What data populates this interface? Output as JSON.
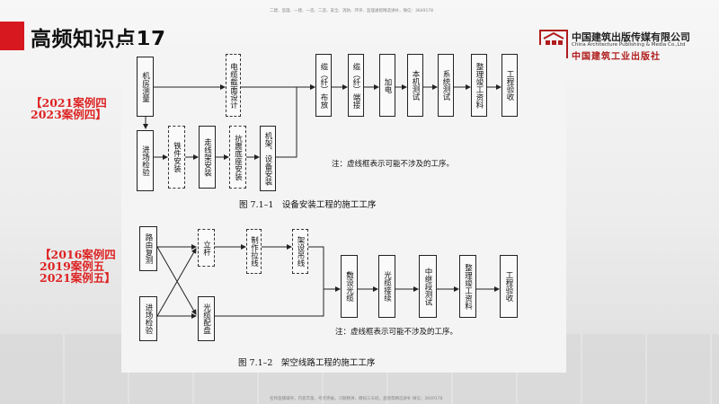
{
  "header": {
    "title": "高频知识点17",
    "watermark_top": "二建、监理、一建、一造、二造、安全、消防、环评、监理通帮精选讲补，微信：3649178",
    "watermark_bottom": "名师直播辅导，内容丰富，考点突破，习题精讲，模拟三天班，直接帮精选讲补 微信：3649178"
  },
  "logo": {
    "name_cn": "中国建筑出版传媒有限公司",
    "name_en": "China Architecture Publishing & Media Co.,Ltd",
    "name_sub": "中国建筑工业出版社"
  },
  "diagram1": {
    "case_label": [
      "【2021案例四",
      "2023案例四】"
    ],
    "boxes": {
      "b1": "机房测量",
      "b2": "进场检验",
      "b3": "铁件安装",
      "b4": "走线架安装",
      "b5": "电缆截面设计",
      "b6": "抗震底座安装",
      "b7": "机架、设备安装",
      "b8": "缆（纤）布放",
      "b9": "缆（纤）端接",
      "b10": "加电",
      "b11": "本机测试",
      "b12": "系统测试",
      "b13": "整理竣工资料",
      "b14": "工程验收"
    },
    "note": "注：虚线框表示可能不涉及的工序。",
    "caption": "图 7.1–1　设备安装工程的施工工序"
  },
  "diagram2": {
    "case_label": [
      "【2016案例四",
      "2019案例五",
      "2021案例五】"
    ],
    "boxes": {
      "c1": "路由复测",
      "c2": "进场检验",
      "c3": "立杆",
      "c4": "光缆配盘",
      "c5": "制作拉线",
      "c6": "架设吊线",
      "c7": "敷设光缆",
      "c8": "光缆接续",
      "c9": "中继段测试",
      "c10": "整理竣工资料",
      "c11": "工程验收"
    },
    "note": "注：虚线框表示可能不涉及的工序。",
    "caption": "图 7.1–2　架空线路工程的施工工序"
  }
}
